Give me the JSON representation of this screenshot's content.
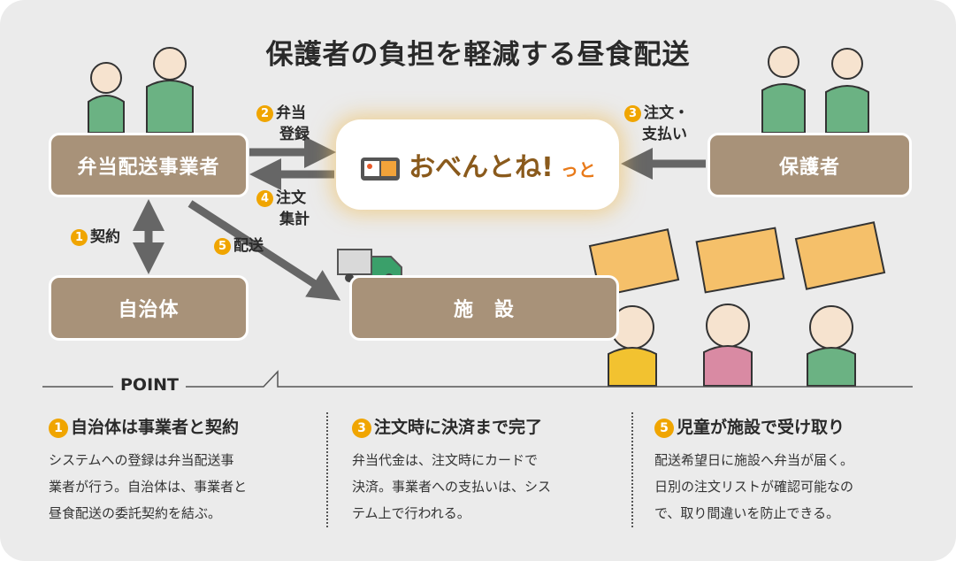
{
  "title": "保護者の負担を軽減する昼食配送",
  "nodes": {
    "operator": "弁当配送事業者",
    "municipality": "自治体",
    "facility": "施　設",
    "guardian": "保護者"
  },
  "logo": {
    "main": "おべんとね!",
    "sub": "っと"
  },
  "steps": [
    {
      "num": "1",
      "label": "契約"
    },
    {
      "num": "2",
      "label": "弁当",
      "label2": "登録"
    },
    {
      "num": "3",
      "label": "注文・",
      "label2": "支払い"
    },
    {
      "num": "4",
      "label": "注文",
      "label2": "集計"
    },
    {
      "num": "5",
      "label": "配送"
    }
  ],
  "point": {
    "label": "POINT",
    "items": [
      {
        "num": "1",
        "title": "自治体は事業者と契約",
        "lines": [
          "システムへの登録は弁当配送事",
          "業者が行う。自治体は、事業者と",
          "昼食配送の委託契約を結ぶ。"
        ]
      },
      {
        "num": "3",
        "title": "注文時に決済まで完了",
        "lines": [
          "弁当代金は、注文時にカードで",
          "決済。事業者への支払いは、シス",
          "テム上で行われる。"
        ]
      },
      {
        "num": "5",
        "title": "児童が施設で受け取り",
        "lines": [
          "配送希望日に施設へ弁当が届く。",
          "日別の注文リストが確認可能なの",
          "で、取り間違いを防止できる。"
        ]
      }
    ]
  },
  "colors": {
    "box": "#a89279",
    "accent": "#f0a500",
    "arrow": "#666666",
    "logo": "#8a5a1c"
  }
}
